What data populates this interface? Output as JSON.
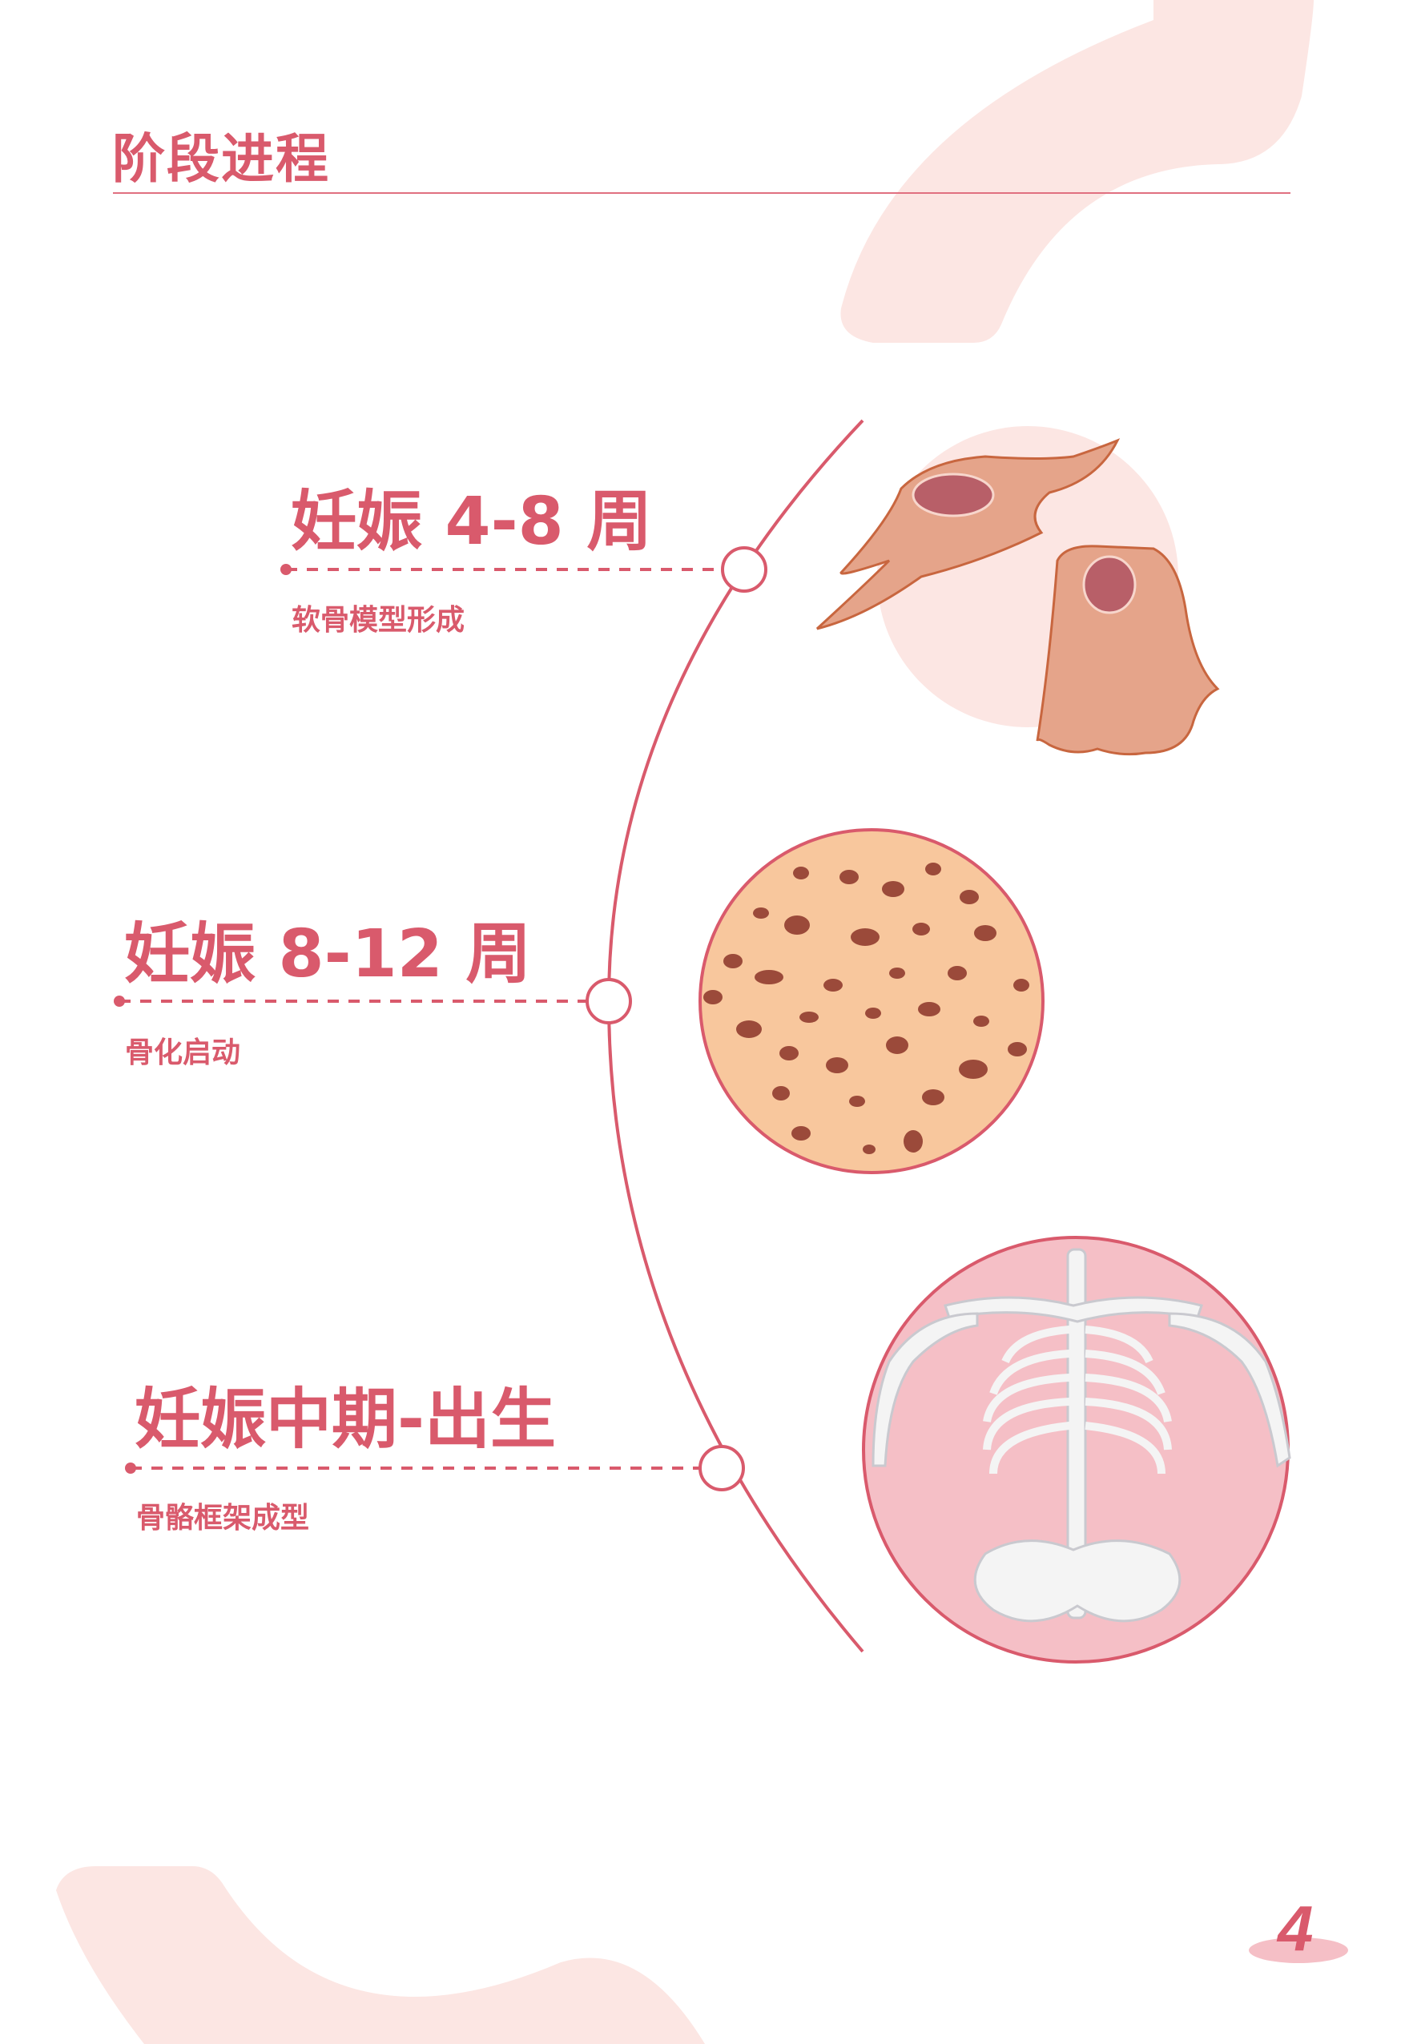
{
  "header": {
    "title": "阶段进程"
  },
  "stages": [
    {
      "heading": "妊娠 4-8 周",
      "subtitle": "软骨模型形成",
      "illustration": "cartilage-cells"
    },
    {
      "heading": "妊娠 8-12 周",
      "subtitle": "骨化启动",
      "illustration": "spongy-bone"
    },
    {
      "heading": "妊娠中期-出生",
      "subtitle": "骨骼框架成型",
      "illustration": "skeleton"
    }
  ],
  "footer": {
    "page_number": "4"
  },
  "colors": {
    "accent": "#d95a6c",
    "pale": "#fce6e3",
    "soft": "#f5bfc6"
  }
}
